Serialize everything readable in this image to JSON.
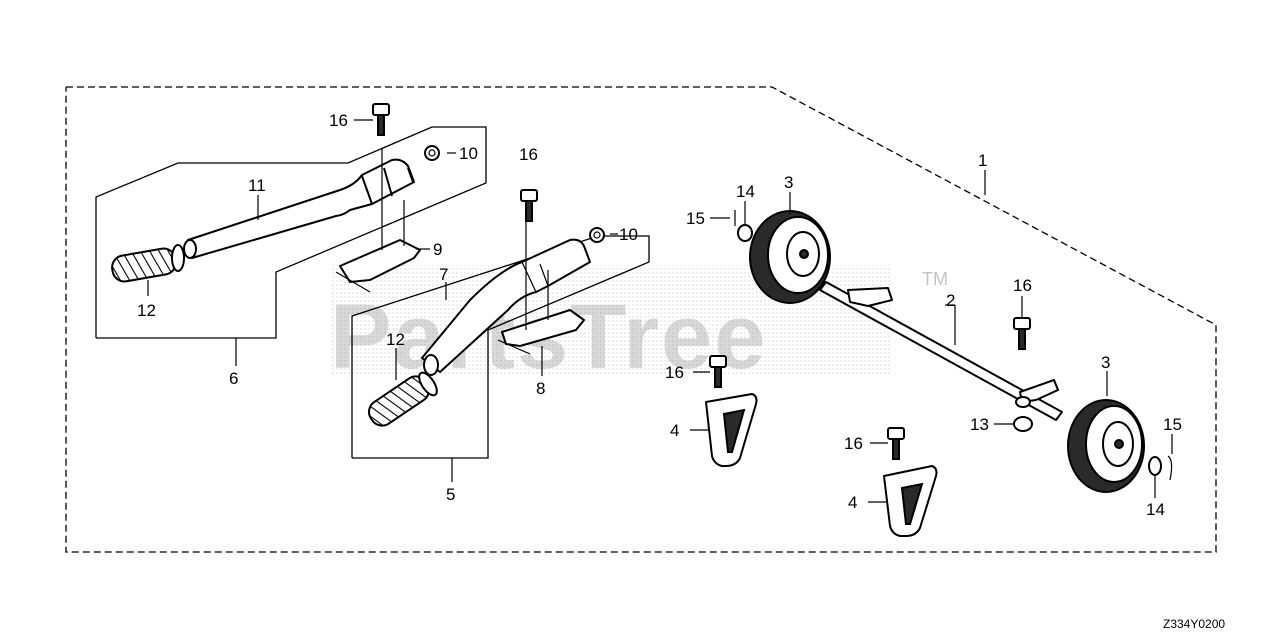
{
  "watermark": {
    "text": "PartsTree",
    "trademark": "TM"
  },
  "diagram_code": "Z334Y0200",
  "callouts": [
    {
      "id": "c1",
      "label": "1"
    },
    {
      "id": "c2",
      "label": "2"
    },
    {
      "id": "c3a",
      "label": "3"
    },
    {
      "id": "c3b",
      "label": "3"
    },
    {
      "id": "c4a",
      "label": "4"
    },
    {
      "id": "c4b",
      "label": "4"
    },
    {
      "id": "c5",
      "label": "5"
    },
    {
      "id": "c6",
      "label": "6"
    },
    {
      "id": "c7",
      "label": "7"
    },
    {
      "id": "c8",
      "label": "8"
    },
    {
      "id": "c9",
      "label": "9"
    },
    {
      "id": "c10a",
      "label": "10"
    },
    {
      "id": "c10b",
      "label": "10"
    },
    {
      "id": "c11",
      "label": "11"
    },
    {
      "id": "c12a",
      "label": "12"
    },
    {
      "id": "c12b",
      "label": "12"
    },
    {
      "id": "c13",
      "label": "13"
    },
    {
      "id": "c14a",
      "label": "14"
    },
    {
      "id": "c14b",
      "label": "14"
    },
    {
      "id": "c15a",
      "label": "15"
    },
    {
      "id": "c15b",
      "label": "15"
    },
    {
      "id": "c16a",
      "label": "16"
    },
    {
      "id": "c16b",
      "label": "16"
    },
    {
      "id": "c16c",
      "label": "16"
    },
    {
      "id": "c16d",
      "label": "16"
    },
    {
      "id": "c16e",
      "label": "16"
    }
  ]
}
